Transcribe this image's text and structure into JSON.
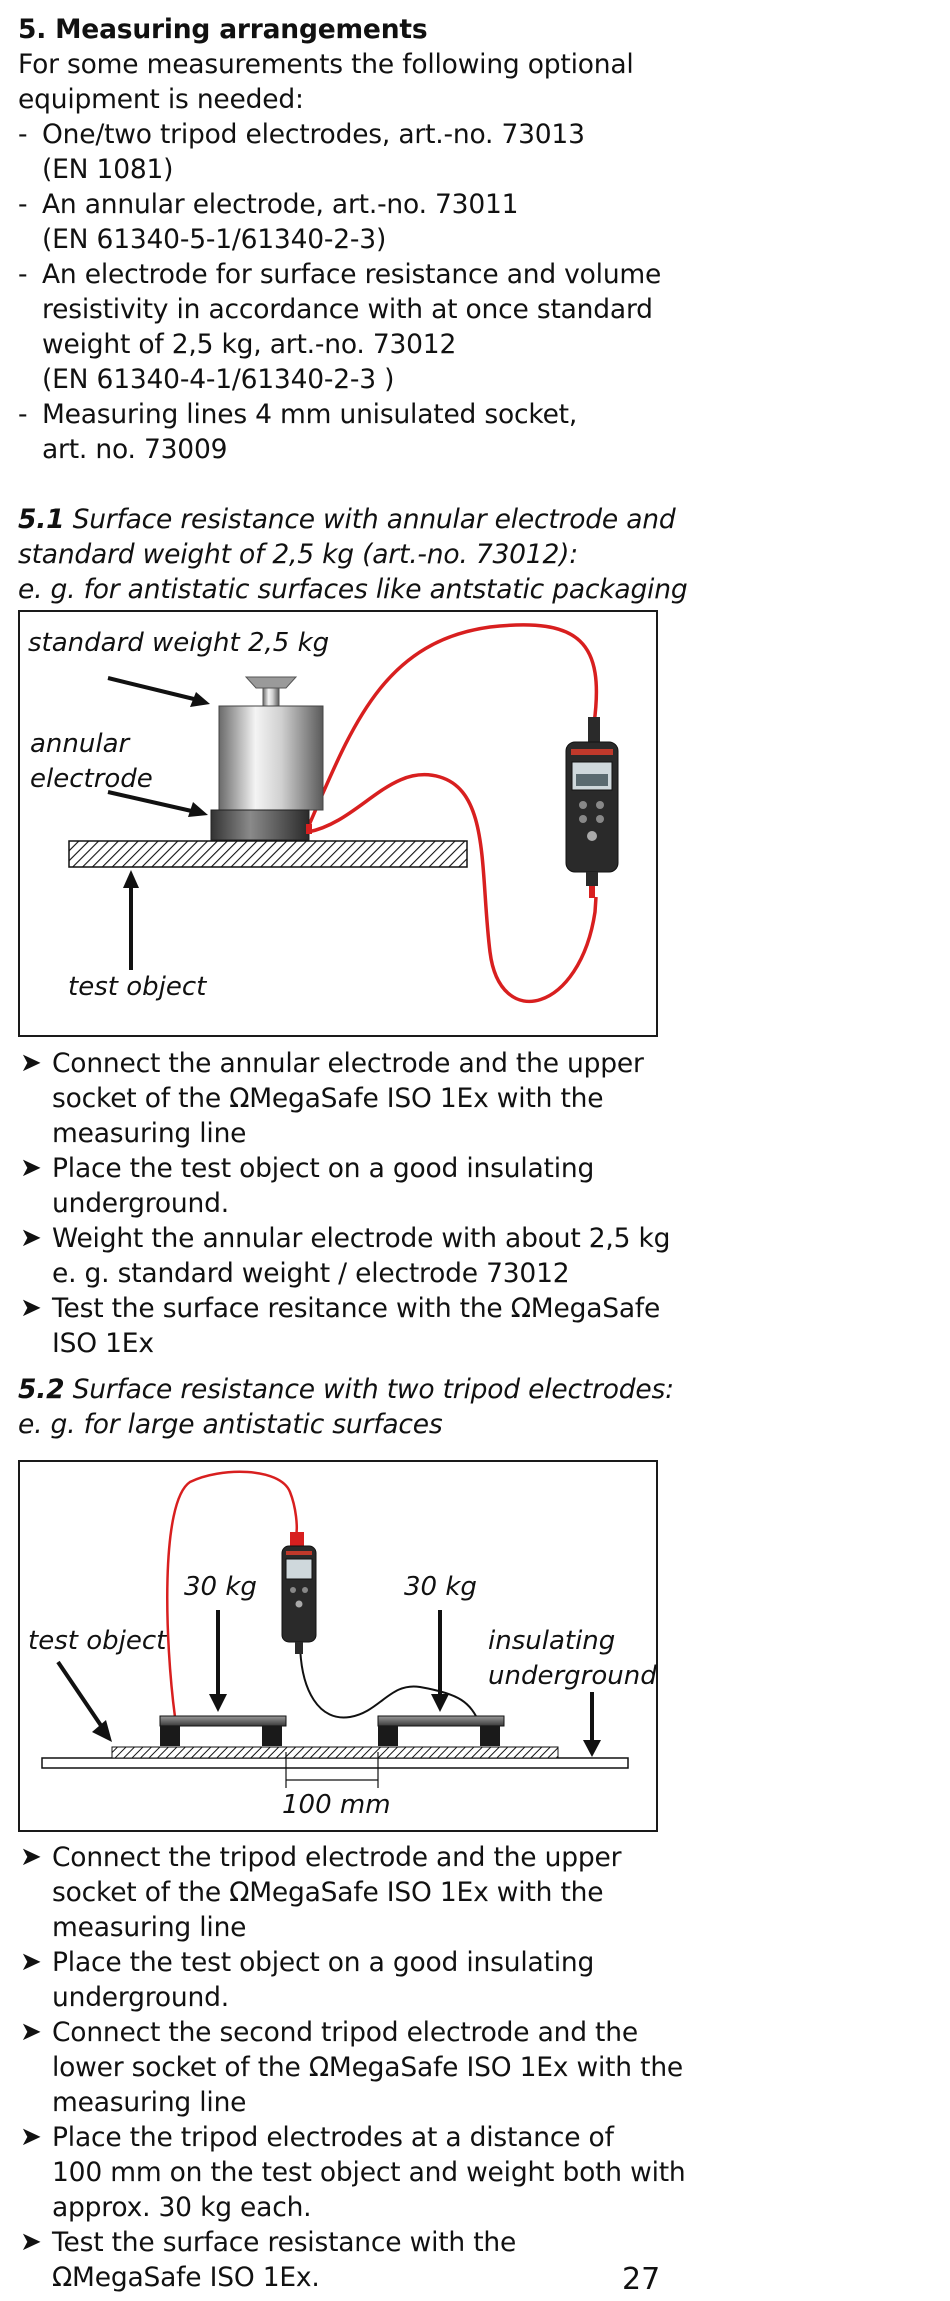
{
  "section5": {
    "heading": "5. Measuring arrangements",
    "intro": [
      "For some measurements the following optional",
      "equipment is needed:"
    ],
    "items": [
      {
        "dash": "-",
        "lines": [
          "One/two tripod electrodes, art.-no. 73013",
          "(EN 1081)"
        ]
      },
      {
        "dash": "-",
        "lines": [
          "An annular electrode, art.-no. 73011",
          "(EN 61340-5-1/61340-2-3)"
        ]
      },
      {
        "dash": "-",
        "lines": [
          "An electrode for surface resistance and volume",
          "resistivity in accordance with at once standard",
          "weight of 2,5 kg, art.-no. 73012",
          "(EN 61340-4-1/61340-2-3 )"
        ]
      },
      {
        "dash": "-",
        "lines": [
          "Measuring lines 4 mm unisulated socket,",
          "art. no. 73009"
        ]
      }
    ]
  },
  "section51": {
    "number": "5.1",
    "title_lines": [
      " Surface resistance with annular electrode and",
      "standard weight of  2,5 kg (art.-no. 73012):",
      "e. g. for antistatic surfaces like antstatic packaging"
    ],
    "figure": {
      "label_weight": "standard weight 2,5 kg",
      "label_annular_1": "annular",
      "label_annular_2": "electrode",
      "label_test_object": "test object"
    },
    "bullets": [
      [
        "Connect the annular electrode and the upper",
        "socket of the ΩMegaSafe ISO 1Ex with the",
        "measuring line"
      ],
      [
        "Place the test object on a good insulating",
        "underground."
      ],
      [
        "Weight the annular electrode with about 2,5 kg",
        "e. g. standard weight / electrode 73012"
      ],
      [
        "Test the surface resitance with the ΩMegaSafe",
        "ISO 1Ex"
      ]
    ]
  },
  "section52": {
    "number": "5.2",
    "title_lines": [
      " Surface resistance with two tripod electrodes:",
      "e. g. for large antistatic surfaces"
    ],
    "figure": {
      "label_weight_left": "30 kg",
      "label_weight_right": "30 kg",
      "label_test_object": "test object",
      "label_insulating_1": "insulating",
      "label_insulating_2": "underground",
      "label_distance": "100 mm"
    },
    "bullets": [
      [
        "Connect the tripod electrode and the upper",
        "socket of the ΩMegaSafe ISO 1Ex with the",
        "measuring line"
      ],
      [
        "Place the test object on a good insulating",
        "underground."
      ],
      [
        "Connect the second tripod electrode and the",
        "lower socket of the ΩMegaSafe ISO 1Ex with the",
        "measuring line"
      ],
      [
        "Place the tripod electrodes at a distance of",
        "100 mm on the test object and weight both with",
        "approx. 30 kg each."
      ],
      [
        "Test the surface resistance with the",
        "ΩMegaSafe ISO 1Ex."
      ]
    ]
  },
  "page_number": "27",
  "bullet_glyph": "➤",
  "colors": {
    "cable": "#d81f1f",
    "meter_body": "#2a2a2a"
  }
}
